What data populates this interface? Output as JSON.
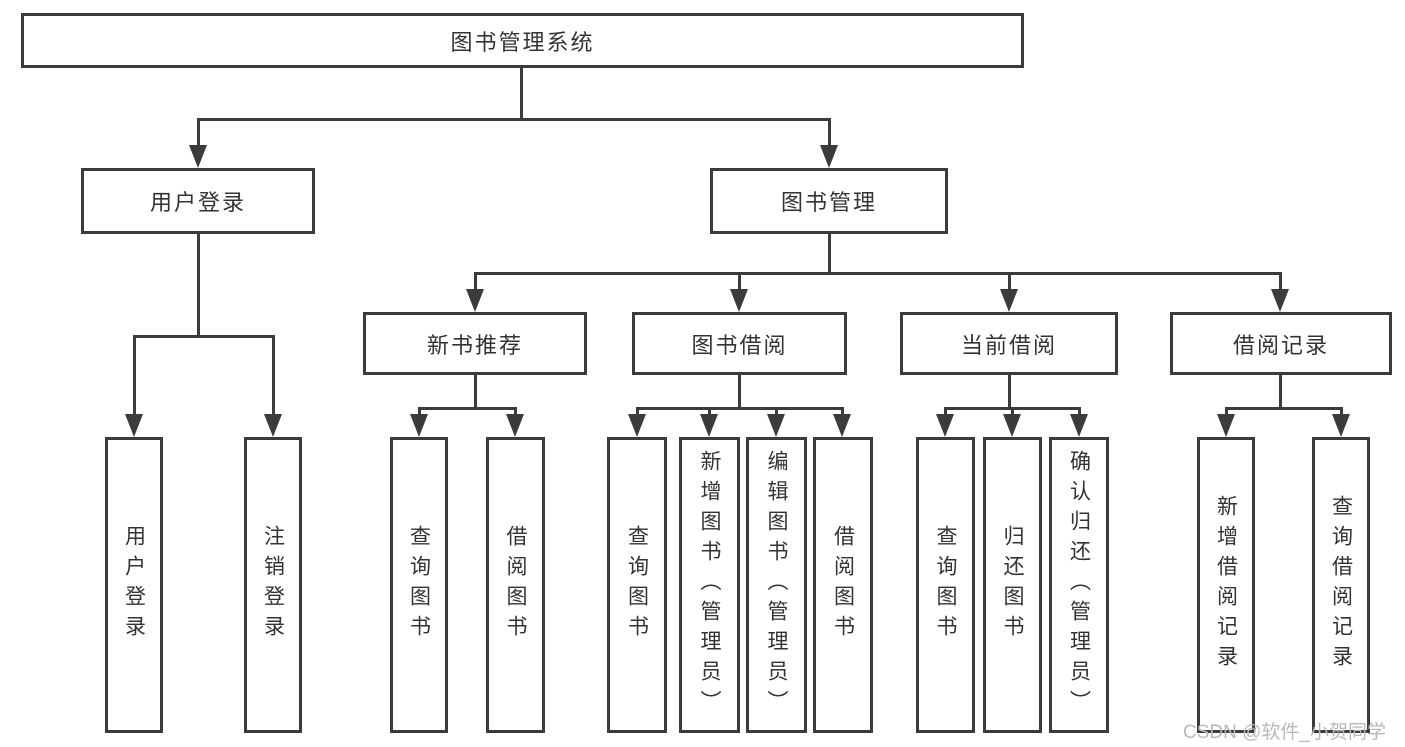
{
  "tree": {
    "root": {
      "label": "图书管理系统"
    },
    "user_login": {
      "label": "用户登录",
      "children": [
        {
          "label": "用户登录"
        },
        {
          "label": "注销登录"
        }
      ]
    },
    "book_mgmt": {
      "label": "图书管理",
      "children": {
        "new_books": {
          "label": "新书推荐",
          "children": [
            {
              "label": "查询图书"
            },
            {
              "label": "借阅图书"
            }
          ]
        },
        "borrow": {
          "label": "图书借阅",
          "children": [
            {
              "label": "查询图书"
            },
            {
              "label": "新增图书（管理员）"
            },
            {
              "label": "编辑图书（管理员）"
            },
            {
              "label": "借阅图书"
            }
          ]
        },
        "current": {
          "label": "当前借阅",
          "children": [
            {
              "label": "查询图书"
            },
            {
              "label": "归还图书"
            },
            {
              "label": "确认归还（管理员）"
            }
          ]
        },
        "records": {
          "label": "借阅记录",
          "children": [
            {
              "label": "新增借阅记录"
            },
            {
              "label": "查询借阅记录"
            }
          ]
        }
      }
    }
  },
  "watermark": "CSDN @软件_小贺同学",
  "colors": {
    "line": "#3b3b3b",
    "text": "#333333",
    "box_background": "#ffffff",
    "page_background": "#ffffff",
    "watermark": "#b9b9b9"
  }
}
